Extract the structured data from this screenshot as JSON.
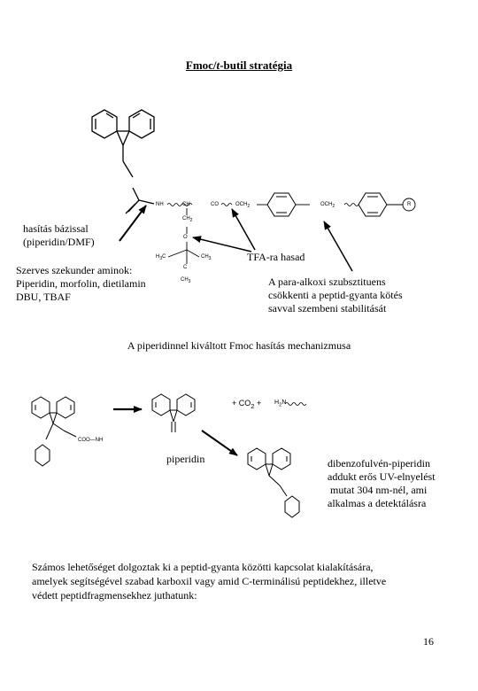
{
  "title_prefix": "Fmoc/",
  "title_italic": "t",
  "title_suffix": "-butil stratégia",
  "structure_labels": {
    "nh": "NH",
    "ch": "CH",
    "co": "CO",
    "o_ch2": "OCH",
    "sub2": "2",
    "ch2": "CH",
    "o": "O",
    "h3c": "H",
    "h3c_sub": "3",
    "h3c_c": "C",
    "ch3": "CH",
    "ch3_sub": "3",
    "c": "C",
    "resin": "R"
  },
  "labels": {
    "base_cleavage_1": "hasítás bázissal",
    "base_cleavage_2": "(piperidin/DMF)",
    "amines_1": "Szerves szekunder aminok:",
    "amines_2": "Piperidin, morfolin, dietilamin",
    "amines_3": "DBU, TBAF",
    "tfa": "TFA-ra hasad",
    "para_1": "A para-alkoxi szubsztituens",
    "para_2": "csökkenti a peptid-gyanta kötés",
    "para_3": "savval szembeni stabilitását"
  },
  "mechanism_title": "A piperidinnel kiváltott Fmoc hasítás mechanizmusa",
  "mechanism_labels": {
    "co2": "+ CO",
    "co2_sub": "2",
    "plus": "+",
    "h2n": "H",
    "h2n_sub": "2",
    "h2n_n": "N",
    "coo_nh": "COO—NH",
    "piperidin": "piperidin",
    "dbf_1": "dibenzofulvén-piperidin",
    "dbf_2": "addukt erős UV-elnyelést",
    "dbf_3": "mutat 304 nm-nél, ami",
    "dbf_4": "alkalmas a detektálásra"
  },
  "paragraph_1": "Számos lehetőséget dolgoztak ki a peptid-gyanta közötti kapcsolat kialakítására,",
  "paragraph_2": "amelyek segítségével szabad karboxil vagy amid C-terminálisú peptidekhez, illetve",
  "paragraph_3": "védett peptidfragmensekhez juthatunk:",
  "page_number": "16"
}
